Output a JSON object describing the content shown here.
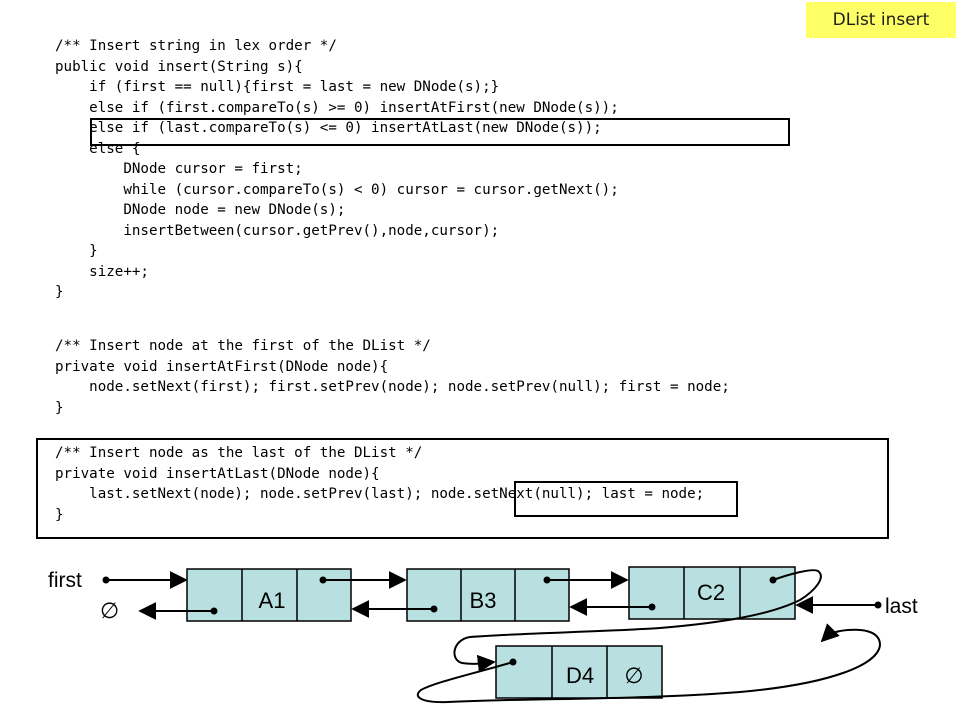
{
  "slide_title": "DList insert",
  "code_insert": [
    "/** Insert string in lex order */",
    "public void insert(String s){",
    "    if (first == null){first = last = new DNode(s);}",
    "    else if (first.compareTo(s) >= 0) insertAtFirst(new DNode(s));",
    "    else if (last.compareTo(s) <= 0) insertAtLast(new DNode(s));",
    "    else {",
    "        DNode cursor = first;",
    "        while (cursor.compareTo(s) < 0) cursor = cursor.getNext();",
    "        DNode node = new DNode(s);",
    "        insertBetween(cursor.getPrev(),node,cursor);",
    "    }",
    "    size++;",
    "}"
  ],
  "code_insert_first": [
    "/** Insert node at the first of the DList */",
    "private void insertAtFirst(DNode node){",
    "    node.setNext(first); first.setPrev(node); node.setPrev(null); first = node;",
    "}"
  ],
  "code_insert_last": [
    "/** Insert node as the last of the DList */",
    "private void insertAtLast(DNode node){",
    "    last.setNext(node); node.setPrev(last); node.setNext(null); last = node;",
    "}"
  ],
  "diagram": {
    "first_label": "first",
    "last_label": "last",
    "null_symbol": "∅",
    "nodes": [
      {
        "id": "A1",
        "label": "A1"
      },
      {
        "id": "B3",
        "label": "B3"
      },
      {
        "id": "C2",
        "label": "C2"
      },
      {
        "id": "D4",
        "label": "D4",
        "next_null": "∅"
      }
    ],
    "node_fill": "#b8e0e0",
    "stroke": "#000000"
  },
  "colors": {
    "title_badge": "#ffff66"
  }
}
